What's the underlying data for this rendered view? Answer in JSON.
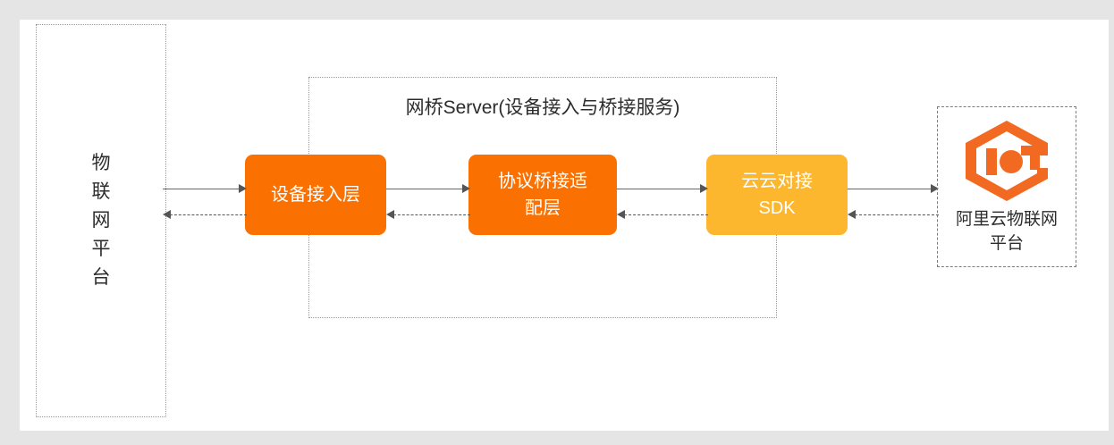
{
  "diagram": {
    "title": "网桥Server(设备接入与桥接服务)",
    "background_color": "#e5e5e5",
    "canvas_color": "#ffffff"
  },
  "left_group": {
    "name": "iot-platform",
    "label_chars": [
      "物",
      "联",
      "网",
      "平",
      "台"
    ],
    "label": "物联网平台",
    "border_style": "dotted"
  },
  "bridge_server": {
    "title": "网桥Server(设备接入与桥接服务)",
    "border_style": "dotted",
    "nodes": [
      {
        "id": "device-access-layer",
        "lines": [
          "设备接入层"
        ],
        "color": "#fb7101"
      },
      {
        "id": "protocol-bridge-adapter",
        "lines": [
          "协议桥接适",
          "配层"
        ],
        "color": "#fb7101"
      },
      {
        "id": "cloud-sdk",
        "lines": [
          "云云对接",
          "SDK"
        ],
        "color": "#fdb72e"
      }
    ]
  },
  "right_group": {
    "name": "aliyun-iot-platform",
    "logo_text": "IoT",
    "logo_color": "#f26a21",
    "label_lines": [
      "阿里云物联网",
      "平台"
    ],
    "label": "阿里云物联网平台",
    "border_style": "dashed"
  },
  "connections": [
    {
      "id": "arrow-fwd-1",
      "from": "iot-platform",
      "to": "device-access-layer",
      "direction": "right",
      "style": "solid"
    },
    {
      "id": "arrow-bwd-1",
      "from": "device-access-layer",
      "to": "iot-platform",
      "direction": "left",
      "style": "dashed"
    },
    {
      "id": "arrow-fwd-2",
      "from": "device-access-layer",
      "to": "protocol-bridge-adapter",
      "direction": "right",
      "style": "solid"
    },
    {
      "id": "arrow-bwd-2",
      "from": "protocol-bridge-adapter",
      "to": "device-access-layer",
      "direction": "left",
      "style": "dashed"
    },
    {
      "id": "arrow-fwd-3",
      "from": "protocol-bridge-adapter",
      "to": "cloud-sdk",
      "direction": "right",
      "style": "solid"
    },
    {
      "id": "arrow-bwd-3",
      "from": "cloud-sdk",
      "to": "protocol-bridge-adapter",
      "direction": "left",
      "style": "dashed"
    },
    {
      "id": "arrow-fwd-4",
      "from": "cloud-sdk",
      "to": "aliyun-iot-platform",
      "direction": "right",
      "style": "solid"
    },
    {
      "id": "arrow-bwd-4",
      "from": "aliyun-iot-platform",
      "to": "cloud-sdk",
      "direction": "left",
      "style": "dashed"
    }
  ]
}
